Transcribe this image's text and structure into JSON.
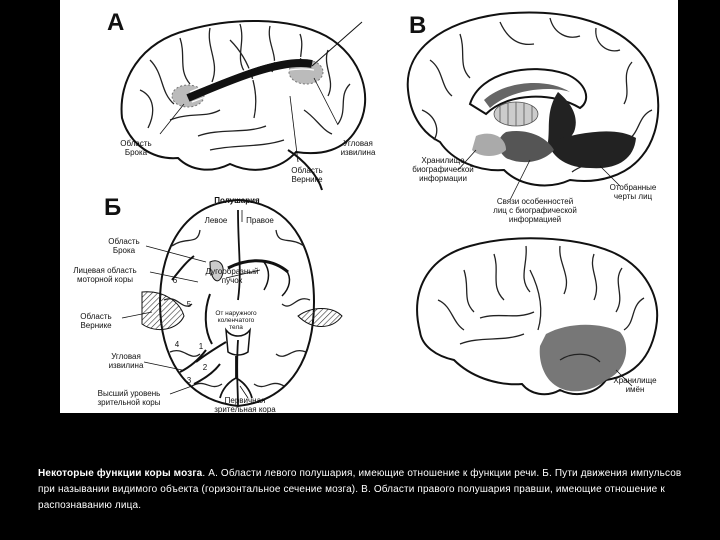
{
  "panels": {
    "a": {
      "letter": "А",
      "labels": {
        "broca": "Область\nБрока",
        "angular": "Угловая\nизвилина",
        "wernicke": "Область\nВерникe"
      }
    },
    "b": {
      "letter": "Б",
      "labels": {
        "hemispheres": "Полушария",
        "left": "Левое",
        "right": "Правое",
        "broca": "Область\nБрока",
        "face_motor": "Лицевая область\nмоторной коры",
        "arcuate": "Дугообразный\nпучок",
        "wernicke": "Область\nВерникe",
        "from_lgb": "От наружного\nколенчатого\nтела",
        "angular": "Угловая\nизвилина",
        "higher_visual": "Высший уровень\nзрительной коры",
        "primary_visual": "Первичная\nзрительная кора",
        "n1": "1",
        "n2": "2",
        "n3": "3",
        "n4": "4",
        "n5": "5",
        "n6": "6"
      }
    },
    "v": {
      "letter": "В",
      "labels": {
        "biographic_store": "Хранилище\nбиографической\nинформации",
        "face_features": "Отобранные\nчерты лиц",
        "links": "Связи особенностей\nлиц с биографической\nинформацией",
        "names_store": "Хранилище\nимён"
      }
    }
  },
  "caption": {
    "title": "Некоторые функции коры мозга",
    "part_a_letter": "А",
    "part_a_text": "Области левого полушария, имеющие отношение к функции речи.",
    "part_b_letter": "Б",
    "part_b_text": "Пути движения импульсов при назывании видимого объекта (горизонтальное сечение мозга).",
    "part_v_letter": "В",
    "part_v_text": "Области правого полушария правши, имеющие отношение к распознаванию лица."
  }
}
